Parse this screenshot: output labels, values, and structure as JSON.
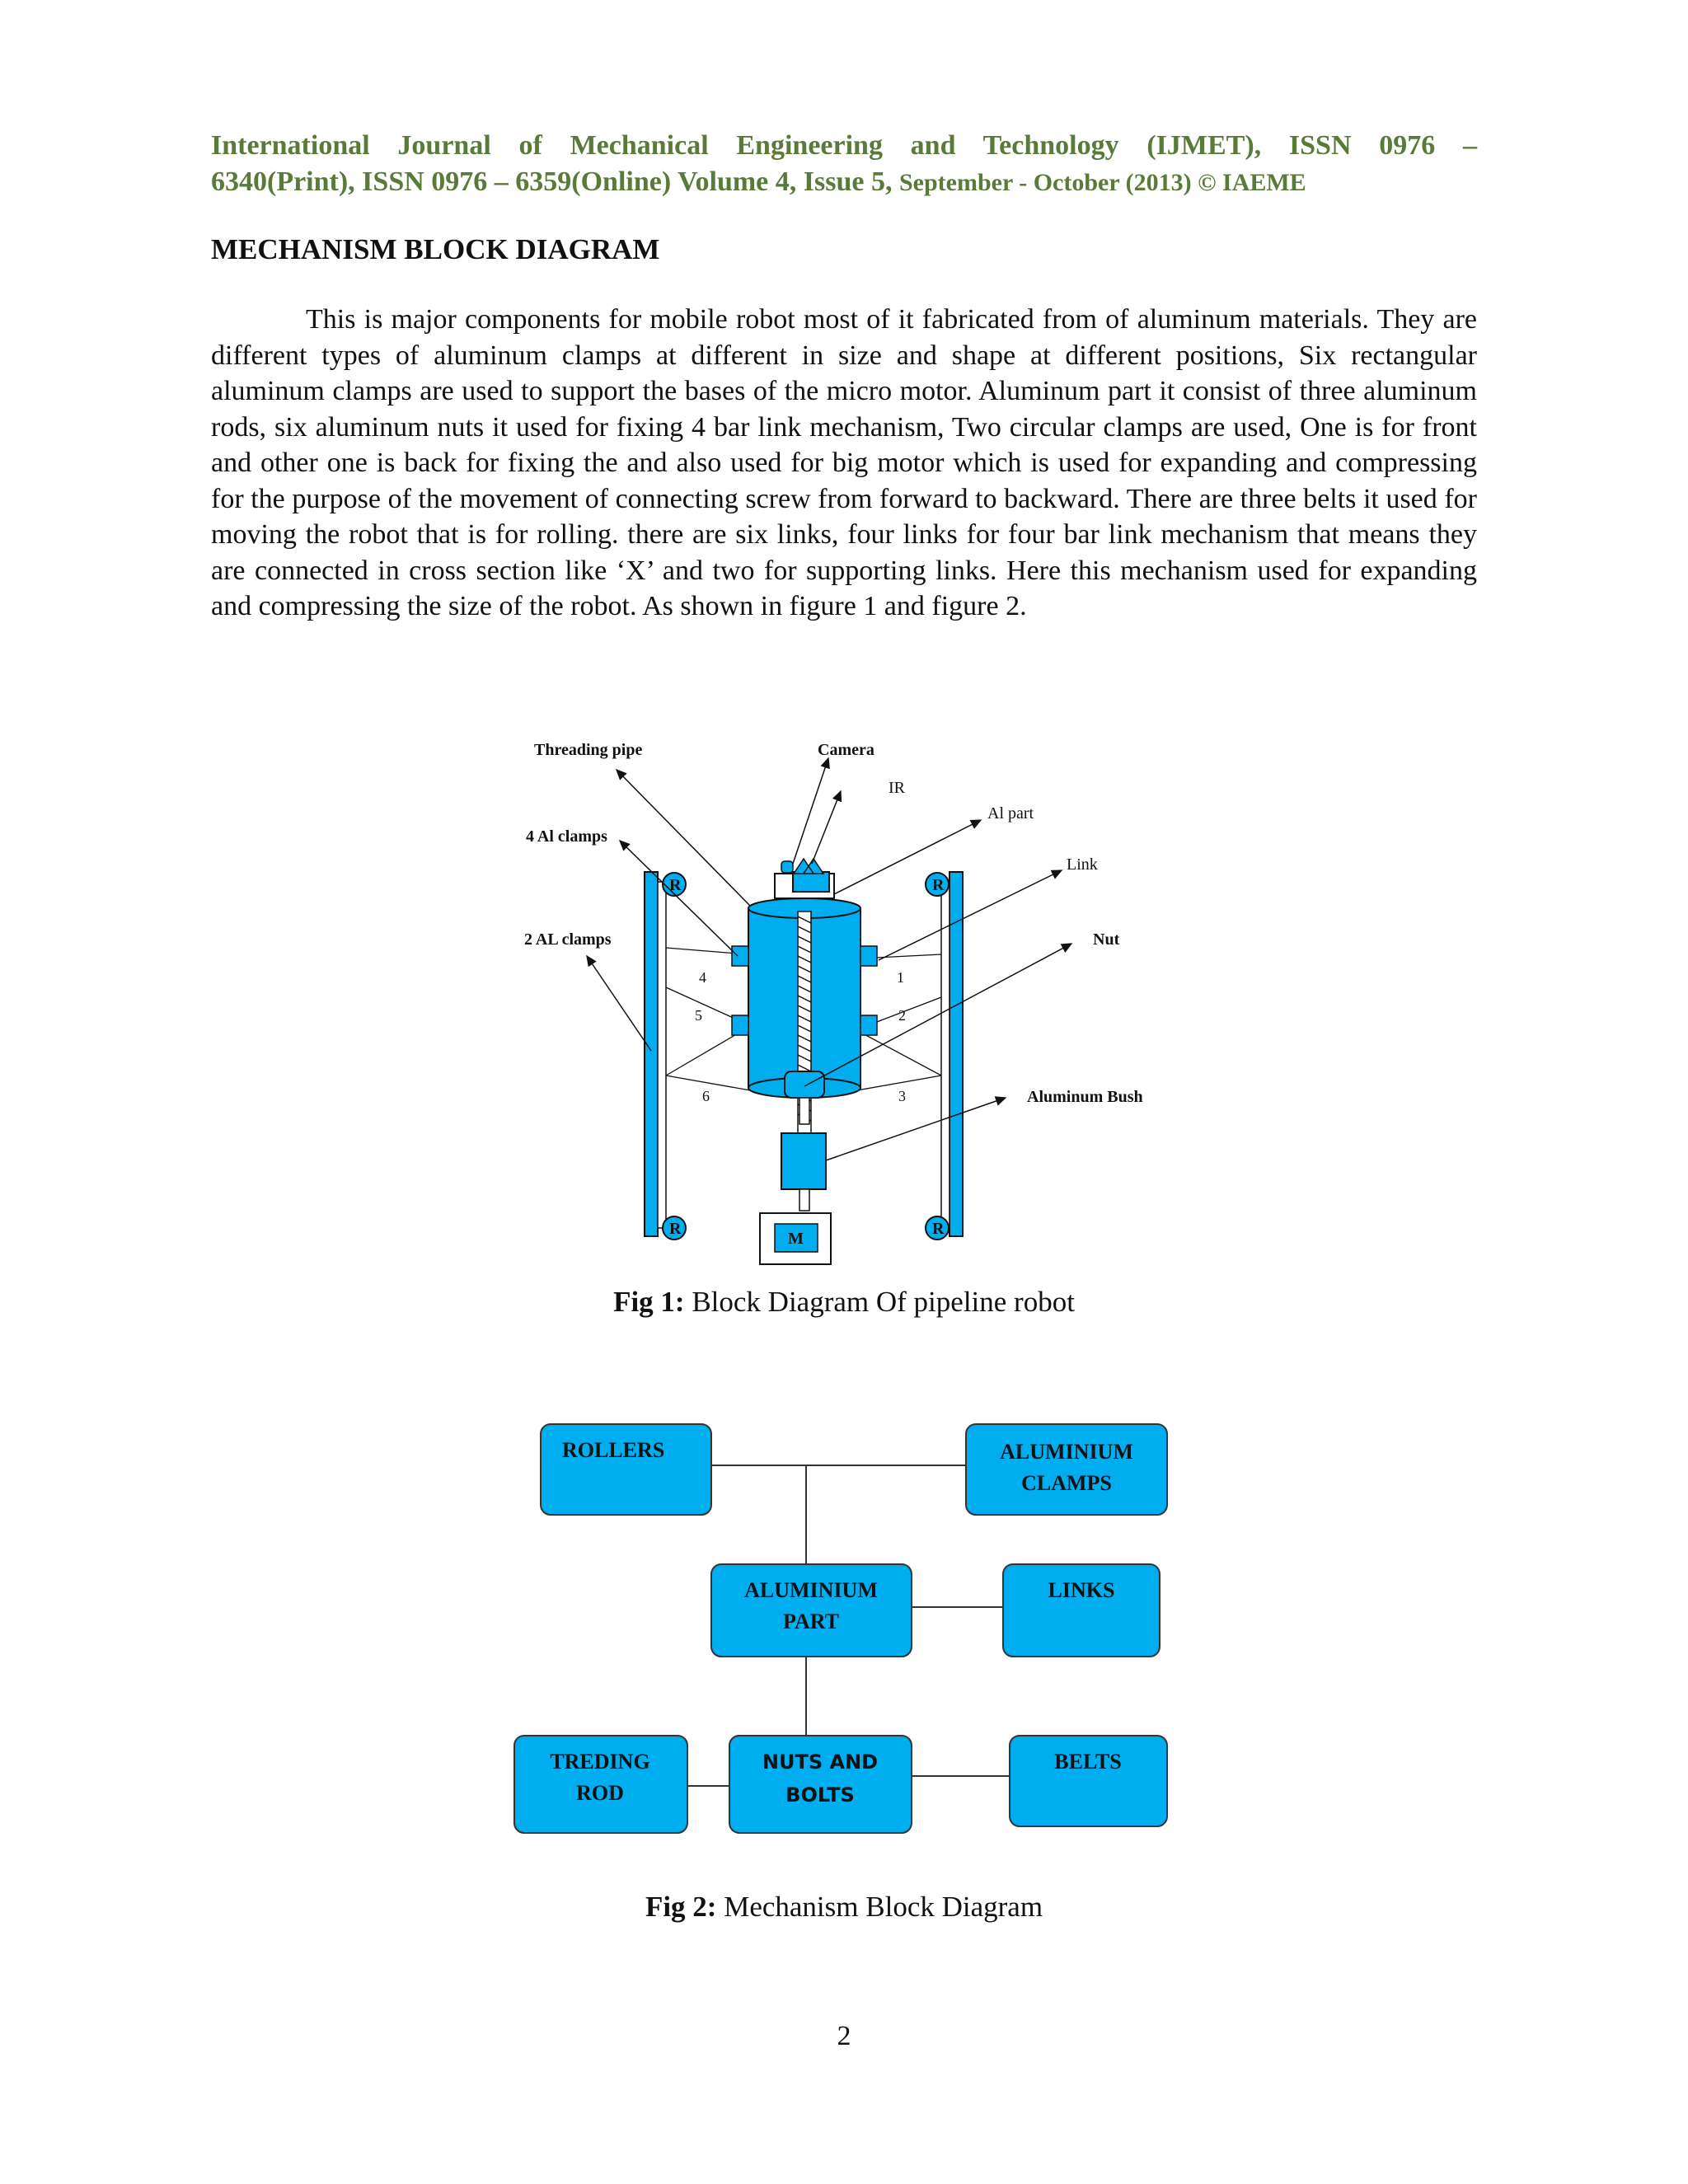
{
  "header": {
    "line1": "International Journal of Mechanical Engineering and Technology (IJMET), ISSN 0976 –",
    "line2a": "6340(Print), ISSN 0976 – 6359(Online) Volume 4, Issue 5,",
    "line2b": "September - October (2013) © IAEME"
  },
  "section_title": "MECHANISM  BLOCK DIAGRAM",
  "paragraph": "This is major components for mobile robot most of it fabricated from of aluminum materials. They are different types of aluminum clamps at different in size and shape at different positions, Six rectangular aluminum clamps are used to support the bases of the micro motor. Aluminum part it consist of three aluminum rods, six aluminum nuts it used for fixing 4 bar link mechanism, Two circular clamps are used, One is for front and other one is back for fixing the and also used for big motor which is used for expanding and compressing for the purpose of the movement of connecting screw from forward to backward. There are three belts it used for moving the robot that is for rolling. there are six links, four links for four bar link mechanism that means they are connected in cross section like ‘X’ and two for supporting links. Here this mechanism used for expanding and compressing the size of the robot. As shown in figure 1 and figure 2.",
  "figure1": {
    "labels": {
      "threading_pipe": "Threading pipe",
      "camera": "Camera",
      "ir": "IR",
      "al_part": "Al part",
      "four_al_clamps": "4 Al clamps",
      "link": "Link",
      "two_al_clamps": "2 AL clamps",
      "nut": "Nut",
      "aluminum_bush": "Aluminum Bush"
    },
    "roller_letter": "R",
    "motor_letter": "M",
    "link_numbers": [
      "4",
      "5",
      "6",
      "1",
      "2",
      "3"
    ],
    "caption_bold": "Fig 1:",
    "caption_text": " Block Diagram Of pipeline robot"
  },
  "figure2": {
    "blocks": {
      "rollers": "ROLLERS",
      "aluminium_clamps_1": "ALUMINIUM",
      "aluminium_clamps_2": "CLAMPS",
      "aluminium_part_1": "ALUMINIUM",
      "aluminium_part_2": "PART",
      "links": "LINKS",
      "treding_rod_1": "TREDING",
      "treding_rod_2": "ROD",
      "nuts_and_bolts_1": "NUTS AND",
      "nuts_and_bolts_2": "BOLTS",
      "belts": "BELTS"
    },
    "caption_bold": "Fig 2:",
    "caption_text": " Mechanism  Block Diagram"
  },
  "page_number": "2",
  "colors": {
    "header": "#5a7a3a",
    "block_fill": "#00adef",
    "outline": "#222222"
  }
}
